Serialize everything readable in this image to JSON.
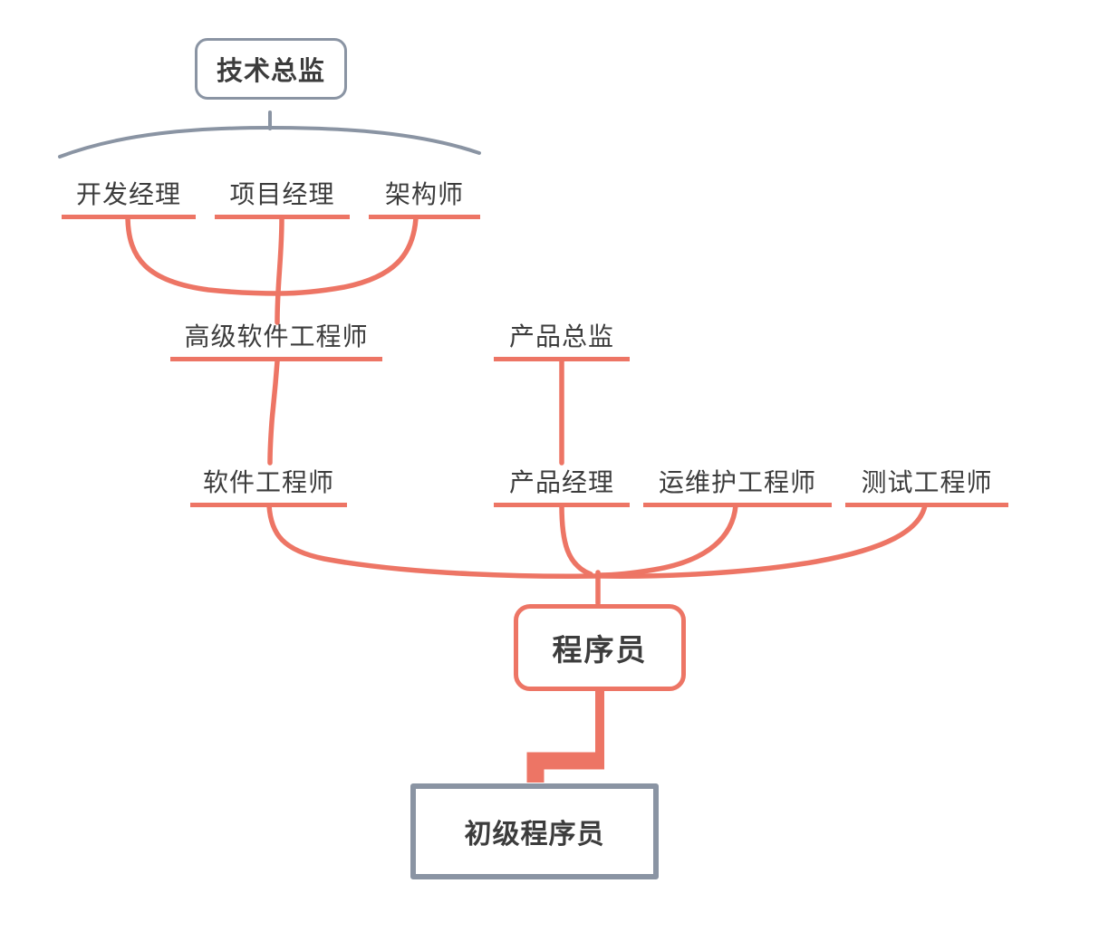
{
  "theme": {
    "accent": "#ED7565",
    "muted_gray": "#8A94A3",
    "text_color": "#3C3C3C",
    "canvas_bg": "#FFFFFF"
  },
  "nodes": {
    "tech_director": {
      "label": "技术总监"
    },
    "dev_manager": {
      "label": "开发经理"
    },
    "project_manager": {
      "label": "项目经理"
    },
    "architect": {
      "label": "架构师"
    },
    "senior_software_engineer": {
      "label": "高级软件工程师"
    },
    "product_director": {
      "label": "产品总监"
    },
    "software_engineer": {
      "label": "软件工程师"
    },
    "product_manager": {
      "label": "产品经理"
    },
    "ops_engineer": {
      "label": "运维护工程师"
    },
    "test_engineer": {
      "label": "测试工程师"
    },
    "programmer": {
      "label": "程序员"
    },
    "junior_programmer": {
      "label": "初级程序员"
    }
  },
  "edges": [
    {
      "from": "tech_director",
      "to": [
        "dev_manager",
        "project_manager",
        "architect"
      ],
      "style": "gray-brace"
    },
    {
      "from": "dev_manager",
      "to": [
        "senior_software_engineer"
      ],
      "style": "accent-curve"
    },
    {
      "from": "project_manager",
      "to": [
        "senior_software_engineer"
      ],
      "style": "accent-curve"
    },
    {
      "from": "architect",
      "to": [
        "senior_software_engineer"
      ],
      "style": "accent-curve"
    },
    {
      "from": "senior_software_engineer",
      "to": [
        "software_engineer"
      ],
      "style": "accent-curve"
    },
    {
      "from": "product_director",
      "to": [
        "product_manager"
      ],
      "style": "accent-line"
    },
    {
      "from": "software_engineer",
      "to": [
        "programmer"
      ],
      "style": "accent-curve"
    },
    {
      "from": "product_manager",
      "to": [
        "programmer"
      ],
      "style": "accent-curve"
    },
    {
      "from": "ops_engineer",
      "to": [
        "programmer"
      ],
      "style": "accent-curve"
    },
    {
      "from": "test_engineer",
      "to": [
        "programmer"
      ],
      "style": "accent-curve"
    },
    {
      "from": "programmer",
      "to": [
        "junior_programmer"
      ],
      "style": "accent-thick-elbow"
    }
  ]
}
